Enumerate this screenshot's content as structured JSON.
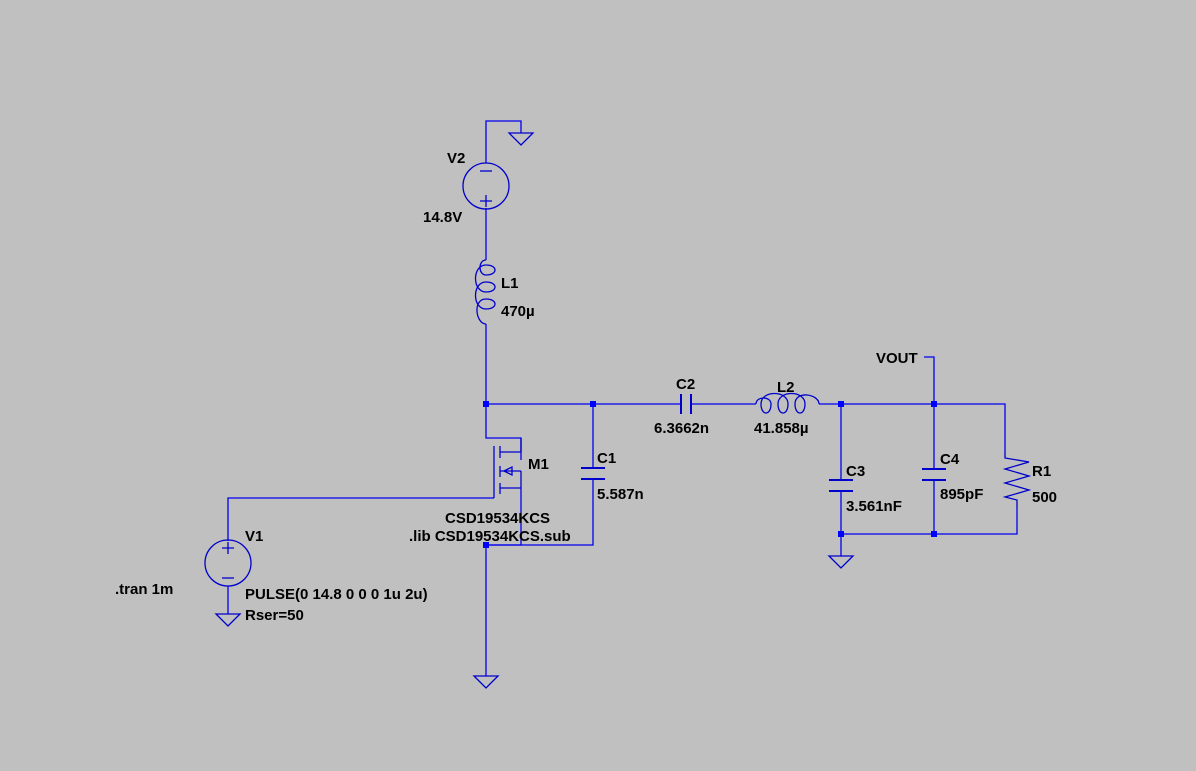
{
  "components": {
    "v2": {
      "name": "V2",
      "value": "14.8V"
    },
    "l1": {
      "name": "L1",
      "value": "470µ"
    },
    "c2": {
      "name": "C2",
      "value": "6.3662n"
    },
    "l2": {
      "name": "L2",
      "value": "41.858µ"
    },
    "m1": {
      "name": "M1",
      "model": "CSD19534KCS"
    },
    "c1": {
      "name": "C1",
      "value": "5.587n"
    },
    "c3": {
      "name": "C3",
      "value": "3.561nF"
    },
    "c4": {
      "name": "C4",
      "value": "895pF"
    },
    "r1": {
      "name": "R1",
      "value": "500"
    },
    "v1": {
      "name": "V1",
      "value": "PULSE(0 14.8 0 0 0 1u 2u)",
      "series_resistance": "Rser=50"
    }
  },
  "net_labels": {
    "vout": "VOUT"
  },
  "directives": {
    "lib": ".lib CSD19534KCS.sub",
    "tran": ".tran 1m"
  },
  "colors": {
    "background": "#c0c0c0",
    "wire": "#0000ee",
    "junction": "#0000ff",
    "text": "#000000"
  }
}
